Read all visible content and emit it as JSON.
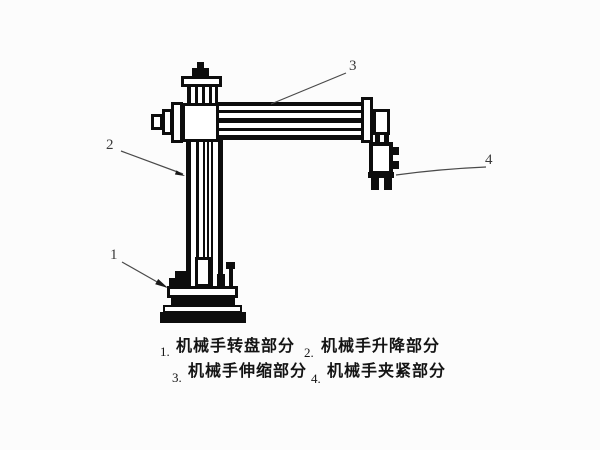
{
  "colors": {
    "background": "#fcfcfc",
    "ink": "#0d0d0d",
    "leader": "#4a4a4a",
    "text": "#141414"
  },
  "diagram": {
    "type": "technical-line-drawing",
    "callouts": [
      {
        "number": "1",
        "target": "turntable-base"
      },
      {
        "number": "2",
        "target": "lift-column"
      },
      {
        "number": "3",
        "target": "telescopic-arm"
      },
      {
        "number": "4",
        "target": "clamp-unit"
      }
    ]
  },
  "legend": {
    "row1": [
      {
        "num": "1.",
        "label": "机械手转盘部分"
      },
      {
        "num": "2.",
        "label": "机械手升降部分"
      }
    ],
    "row2": [
      {
        "num": "3.",
        "label": "机械手伸缩部分"
      },
      {
        "num": "4.",
        "label": "机械手夹紧部分"
      }
    ]
  }
}
